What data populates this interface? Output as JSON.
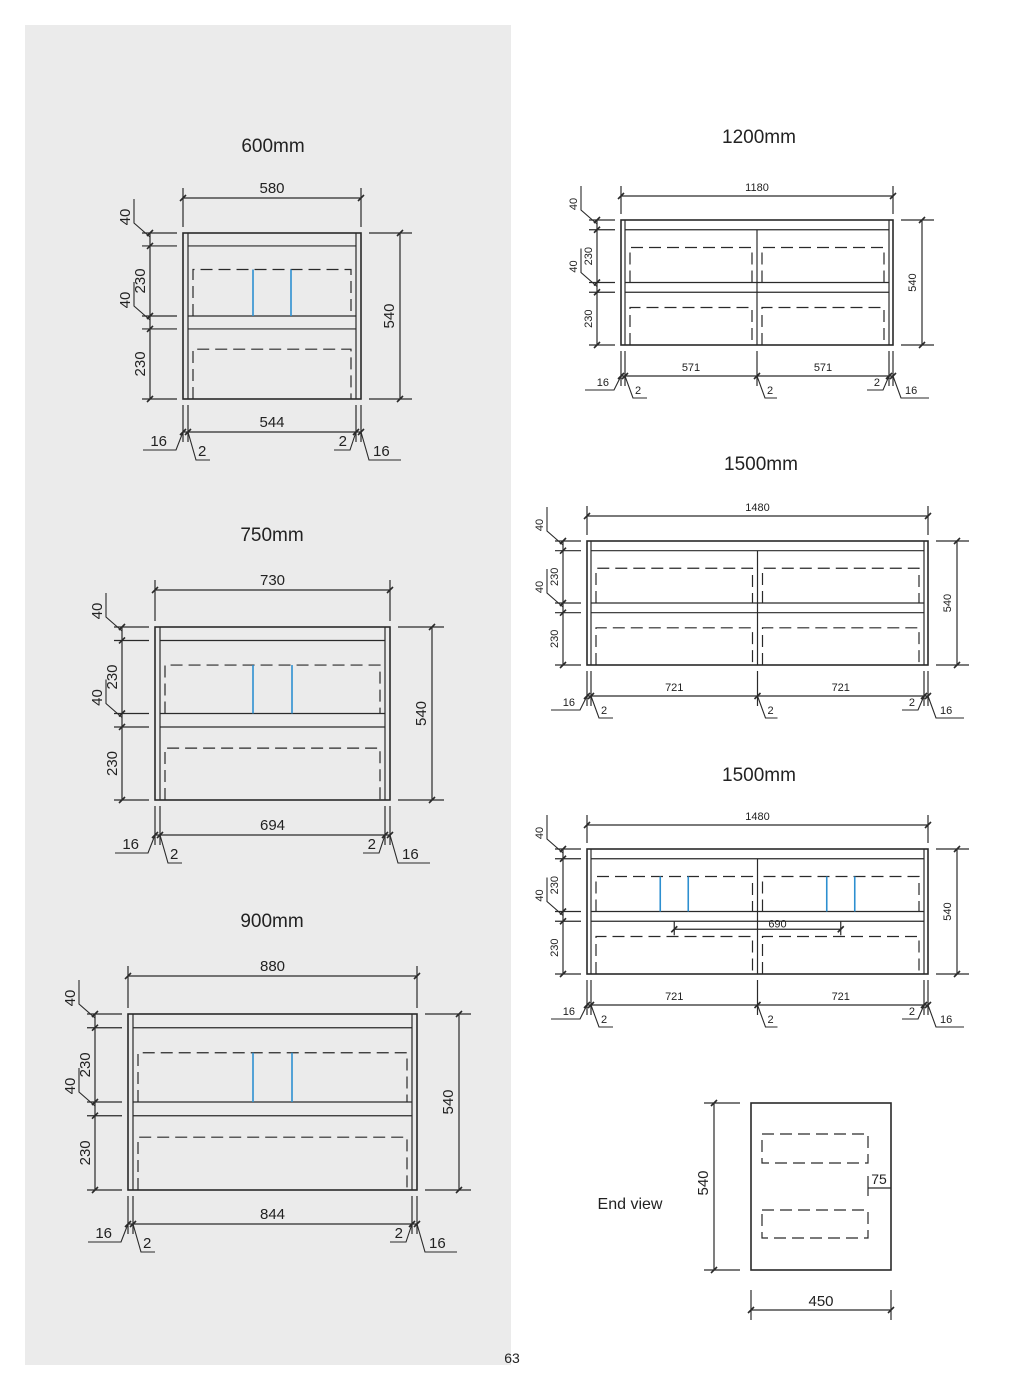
{
  "drawings": [
    {
      "title": "600mm",
      "overall_width": "580",
      "inner_width": "544",
      "height": "540",
      "rail_top": "40",
      "drawer_upper": "230",
      "rail_mid": "40",
      "drawer_lower": "230",
      "side": "16",
      "gap": "2",
      "gap_right": "2",
      "side_right": "16"
    },
    {
      "title": "750mm",
      "overall_width": "730",
      "inner_width": "694",
      "height": "540",
      "rail_top": "40",
      "drawer_upper": "230",
      "rail_mid": "40",
      "drawer_lower": "230",
      "side": "16",
      "gap": "2",
      "gap_right": "2",
      "side_right": "16"
    },
    {
      "title": "900mm",
      "overall_width": "880",
      "inner_width": "844",
      "height": "540",
      "rail_top": "40",
      "drawer_upper": "230",
      "rail_mid": "40",
      "drawer_lower": "230",
      "side": "16",
      "gap": "2",
      "gap_right": "2",
      "side_right": "16"
    },
    {
      "title": "1200mm",
      "overall_width": "1180",
      "bay_widths": [
        "571",
        "571"
      ],
      "height": "540",
      "rail_top": "40",
      "drawer_upper": "230",
      "rail_mid": "40",
      "drawer_lower": "230",
      "side": "16",
      "gap": "2",
      "gap_mid": "2",
      "gap_right": "2",
      "side_right": "16"
    },
    {
      "title": "1500mm",
      "overall_width": "1480",
      "bay_widths": [
        "721",
        "721"
      ],
      "height": "540",
      "rail_top": "40",
      "drawer_upper": "230",
      "rail_mid": "40",
      "drawer_lower": "230",
      "side": "16",
      "gap": "2",
      "gap_mid": "2",
      "gap_right": "2",
      "side_right": "16"
    },
    {
      "title": "1500mm",
      "overall_width": "1480",
      "bay_widths": [
        "721",
        "721"
      ],
      "height": "540",
      "rail_top": "40",
      "drawer_upper": "230",
      "rail_mid": "40",
      "drawer_lower": "230",
      "side": "16",
      "gap": "2",
      "gap_mid": "2",
      "gap_right": "2",
      "side_right": "16",
      "handle_spacing": "690"
    }
  ],
  "end_view": {
    "label": "End view",
    "height": "540",
    "depth": "450",
    "offset": "75"
  },
  "page_number": "63",
  "colors": {
    "panel": "#ebebeb",
    "line": "#2a2a2a",
    "handle": "#2d8fd0"
  }
}
